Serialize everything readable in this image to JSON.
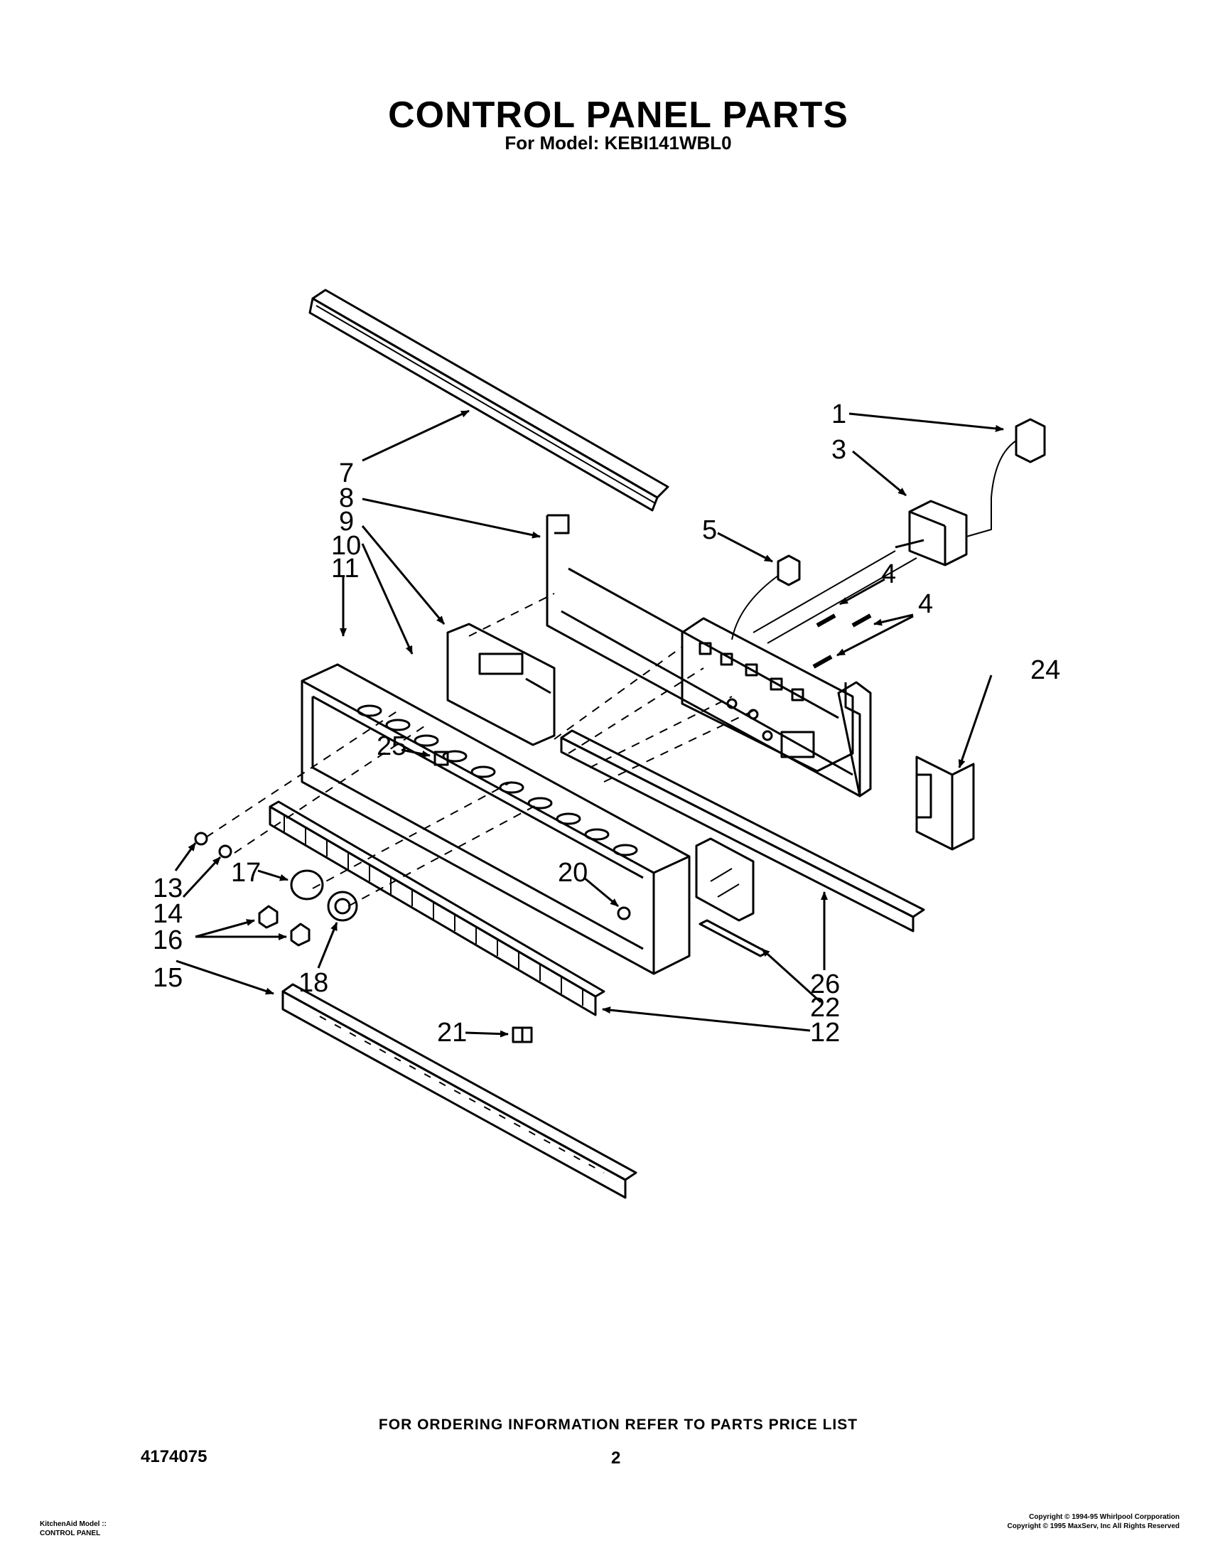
{
  "header": {
    "title": "CONTROL PANEL PARTS",
    "subtitle": "For Model: KEBI141WBL0"
  },
  "callouts": {
    "c1": "1",
    "c3": "3",
    "c4a": "4",
    "c4b": "4",
    "c5": "5",
    "c7": "7",
    "c8": "8",
    "c9": "9",
    "c10": "10",
    "c11": "11",
    "c12": "12",
    "c13": "13",
    "c14": "14",
    "c15": "15",
    "c16": "16",
    "c17": "17",
    "c18": "18",
    "c20": "20",
    "c21": "21",
    "c22": "22",
    "c24": "24",
    "c25": "25",
    "c26": "26"
  },
  "footer": {
    "order_note": "FOR ORDERING INFORMATION REFER TO PARTS PRICE LIST",
    "doc_number": "4174075",
    "page_number": "2",
    "left_line1": "KitchenAid Model ::",
    "left_line2": "CONTROL PANEL",
    "copyright1": "Copyright © 1994-95 Whirlpool Corpporation",
    "copyright2": "Copyright © 1995 MaxServ, Inc   All Rights Reserved"
  },
  "colors": {
    "ink": "#000000",
    "paper": "#ffffff"
  }
}
